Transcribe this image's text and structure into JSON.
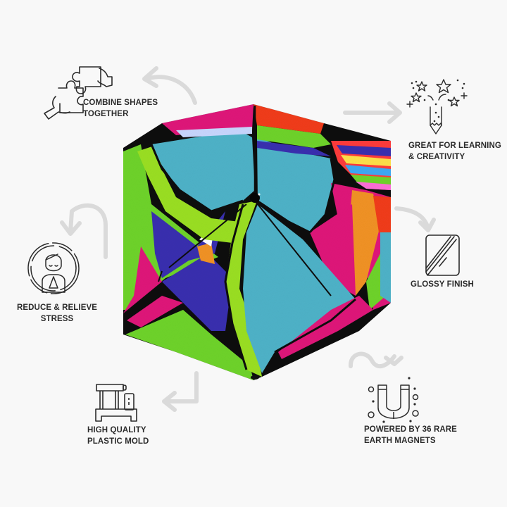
{
  "product": {
    "name": "shape-shifting magnetic cube",
    "colors": {
      "background": "#f8f8f8",
      "text": "#2b2b2b",
      "icon_stroke": "#2b2b2b",
      "arrow": "#d9d9d9",
      "cube_blue": "#4fb3c9",
      "cube_green": "#6fd42a",
      "cube_lime": "#9be021",
      "cube_purple": "#3a2fb0",
      "cube_magenta": "#e0177a",
      "cube_orange": "#f29325",
      "cube_red": "#f23c1a",
      "cube_outline": "#111111"
    }
  },
  "features": [
    {
      "id": "combine",
      "icon": "puzzle-hands-icon",
      "lines": [
        "COMBINE SHAPES",
        "TOGETHER"
      ]
    },
    {
      "id": "learning",
      "icon": "pencil-stars-icon",
      "lines": [
        "GREAT FOR LEARNING",
        "& CREATIVITY"
      ]
    },
    {
      "id": "glossy",
      "icon": "glossy-panel-icon",
      "lines": [
        "GLOSSY FINISH"
      ]
    },
    {
      "id": "stress",
      "icon": "meditating-person-icon",
      "lines": [
        "REDUCE & RELIEVE",
        "STRESS"
      ]
    },
    {
      "id": "mold",
      "icon": "molding-machine-icon",
      "lines": [
        "HIGH QUALITY",
        "PLASTIC MOLD"
      ]
    },
    {
      "id": "magnets",
      "icon": "horseshoe-magnet-icon",
      "lines": [
        "POWERED BY 36 RARE",
        "EARTH MAGNETS"
      ]
    }
  ]
}
